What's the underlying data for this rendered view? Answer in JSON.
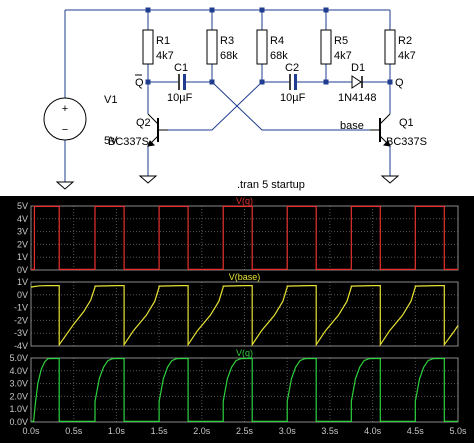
{
  "schematic": {
    "colors": {
      "wire": "#1f3c8f",
      "node": "#1f3c8f",
      "part": "#000000",
      "text": "#000000"
    },
    "source": {
      "ref": "V1",
      "value": "5V",
      "plus": "+",
      "minus": "−"
    },
    "resistors": [
      {
        "ref": "R1",
        "value": "4k7"
      },
      {
        "ref": "R3",
        "value": "68k"
      },
      {
        "ref": "R4",
        "value": "68k"
      },
      {
        "ref": "R5",
        "value": "4k7"
      },
      {
        "ref": "R2",
        "value": "4k7"
      }
    ],
    "capacitors": [
      {
        "ref": "C1",
        "value": "10µF"
      },
      {
        "ref": "C2",
        "value": "10µF"
      }
    ],
    "diode": {
      "ref": "D1",
      "value": "1N4148"
    },
    "transistors": [
      {
        "ref": "Q2",
        "model": "BC337S"
      },
      {
        "ref": "Q1",
        "model": "BC337S"
      }
    ],
    "net_labels": {
      "qbar": "Q",
      "q": "Q",
      "base": "base"
    },
    "directive": ".tran 5 startup"
  },
  "plots": {
    "background": "#000000",
    "grid_color": "#555555",
    "axis_color": "#8a8a8a",
    "label_color": "#c8c8c8",
    "x_ticks": [
      "0.0s",
      "0.5s",
      "1.0s",
      "1.5s",
      "2.0s",
      "2.5s",
      "3.0s",
      "3.5s",
      "4.0s",
      "4.5s",
      "5.0s"
    ],
    "panes": [
      {
        "trace": "V(q)",
        "color": "#e8312e",
        "y_ticks": [
          "5V",
          "4V",
          "3V",
          "2V",
          "1V",
          "0V"
        ]
      },
      {
        "trace": "V(base)",
        "color": "#e6e232",
        "y_ticks": [
          "1V",
          "0V",
          "-1V",
          "-2V",
          "-3V",
          "-4V"
        ]
      },
      {
        "trace": "V(q)",
        "color": "#2ed13f",
        "y_ticks": [
          "5.0V",
          "4.0V",
          "3.0V",
          "2.0V",
          "1.0V",
          "0.0V"
        ]
      }
    ]
  },
  "chart_data": [
    {
      "type": "line",
      "title": "V(q)",
      "xlabel": "",
      "ylabel": "",
      "xlim": [
        0,
        5
      ],
      "ylim": [
        0,
        5
      ],
      "grid": true,
      "series": [
        {
          "name": "V(q)",
          "x": [
            0.0,
            0.04,
            0.04,
            0.33,
            0.33,
            0.75,
            0.75,
            1.09,
            1.09,
            1.5,
            1.5,
            1.84,
            1.84,
            2.25,
            2.25,
            2.59,
            2.59,
            3.0,
            3.0,
            3.34,
            3.34,
            3.75,
            3.75,
            4.09,
            4.09,
            4.5,
            4.5,
            4.84,
            4.84,
            5.0
          ],
          "y": [
            0.05,
            0.05,
            4.97,
            4.97,
            0.05,
            0.05,
            4.97,
            4.97,
            0.05,
            0.05,
            4.97,
            4.97,
            0.05,
            0.05,
            4.97,
            4.97,
            0.05,
            0.05,
            4.97,
            4.97,
            0.05,
            0.05,
            4.97,
            4.97,
            0.05,
            0.05,
            4.97,
            4.97,
            0.05,
            0.05
          ]
        }
      ]
    },
    {
      "type": "line",
      "title": "V(base)",
      "xlabel": "",
      "ylabel": "",
      "xlim": [
        0,
        5
      ],
      "ylim": [
        -4,
        1
      ],
      "grid": true,
      "series": [
        {
          "name": "V(base)",
          "x": [
            0.0,
            0.04,
            0.1,
            0.2,
            0.33,
            0.33,
            0.5,
            0.62,
            0.7,
            0.75,
            0.75,
            1.0,
            1.09,
            1.09,
            1.2,
            1.35,
            1.45,
            1.5,
            1.5,
            1.75,
            1.84,
            1.84,
            1.95,
            2.1,
            2.2,
            2.25,
            2.25,
            2.5,
            2.59,
            2.59,
            2.7,
            2.85,
            2.95,
            3.0,
            3.0,
            3.25,
            3.34,
            3.34,
            3.45,
            3.6,
            3.7,
            3.75,
            3.75,
            4.0,
            4.09,
            4.09,
            4.2,
            4.35,
            4.45,
            4.5,
            4.5,
            4.75,
            4.84,
            4.84,
            4.95,
            5.0
          ],
          "y": [
            0.6,
            0.65,
            0.7,
            0.72,
            0.72,
            -3.9,
            -2.3,
            -1.3,
            -0.4,
            0.6,
            0.68,
            0.72,
            0.72,
            -3.9,
            -2.8,
            -1.6,
            -0.5,
            0.6,
            0.68,
            0.72,
            0.72,
            -3.9,
            -2.8,
            -1.6,
            -0.5,
            0.6,
            0.68,
            0.72,
            0.72,
            -3.9,
            -2.8,
            -1.6,
            -0.5,
            0.6,
            0.68,
            0.72,
            0.72,
            -3.9,
            -2.8,
            -1.6,
            -0.5,
            0.6,
            0.68,
            0.72,
            0.72,
            -3.9,
            -2.8,
            -1.6,
            -0.5,
            0.6,
            0.68,
            0.72,
            0.72,
            -3.9,
            -2.9,
            -2.4
          ]
        }
      ]
    },
    {
      "type": "line",
      "title": "V(q)",
      "xlabel": "",
      "ylabel": "",
      "xlim": [
        0,
        5
      ],
      "ylim": [
        0,
        5
      ],
      "grid": true,
      "series": [
        {
          "name": "V(q)",
          "x": [
            0.0,
            0.03,
            0.05,
            0.08,
            0.12,
            0.16,
            0.2,
            0.33,
            0.33,
            0.75,
            0.75,
            0.8,
            0.85,
            0.9,
            0.96,
            1.09,
            1.09,
            1.5,
            1.5,
            1.55,
            1.6,
            1.65,
            1.71,
            1.84,
            1.84,
            2.25,
            2.25,
            2.3,
            2.35,
            2.4,
            2.46,
            2.59,
            2.59,
            3.0,
            3.0,
            3.05,
            3.1,
            3.15,
            3.21,
            3.34,
            3.34,
            3.75,
            3.75,
            3.8,
            3.85,
            3.9,
            3.96,
            4.09,
            4.09,
            4.5,
            4.5,
            4.55,
            4.6,
            4.65,
            4.71,
            4.84,
            4.84,
            5.0
          ],
          "y": [
            0.05,
            0.05,
            1.4,
            3.0,
            4.1,
            4.7,
            4.95,
            4.97,
            0.05,
            0.05,
            1.6,
            3.4,
            4.3,
            4.8,
            4.95,
            4.97,
            0.05,
            0.05,
            1.6,
            3.4,
            4.3,
            4.8,
            4.95,
            4.97,
            0.05,
            0.05,
            1.6,
            3.4,
            4.3,
            4.8,
            4.95,
            4.97,
            0.05,
            0.05,
            1.6,
            3.4,
            4.3,
            4.8,
            4.95,
            4.97,
            0.05,
            0.05,
            1.6,
            3.4,
            4.3,
            4.8,
            4.95,
            4.97,
            0.05,
            0.05,
            1.6,
            3.4,
            4.3,
            4.8,
            4.95,
            4.97,
            0.05,
            0.05
          ]
        }
      ]
    }
  ]
}
